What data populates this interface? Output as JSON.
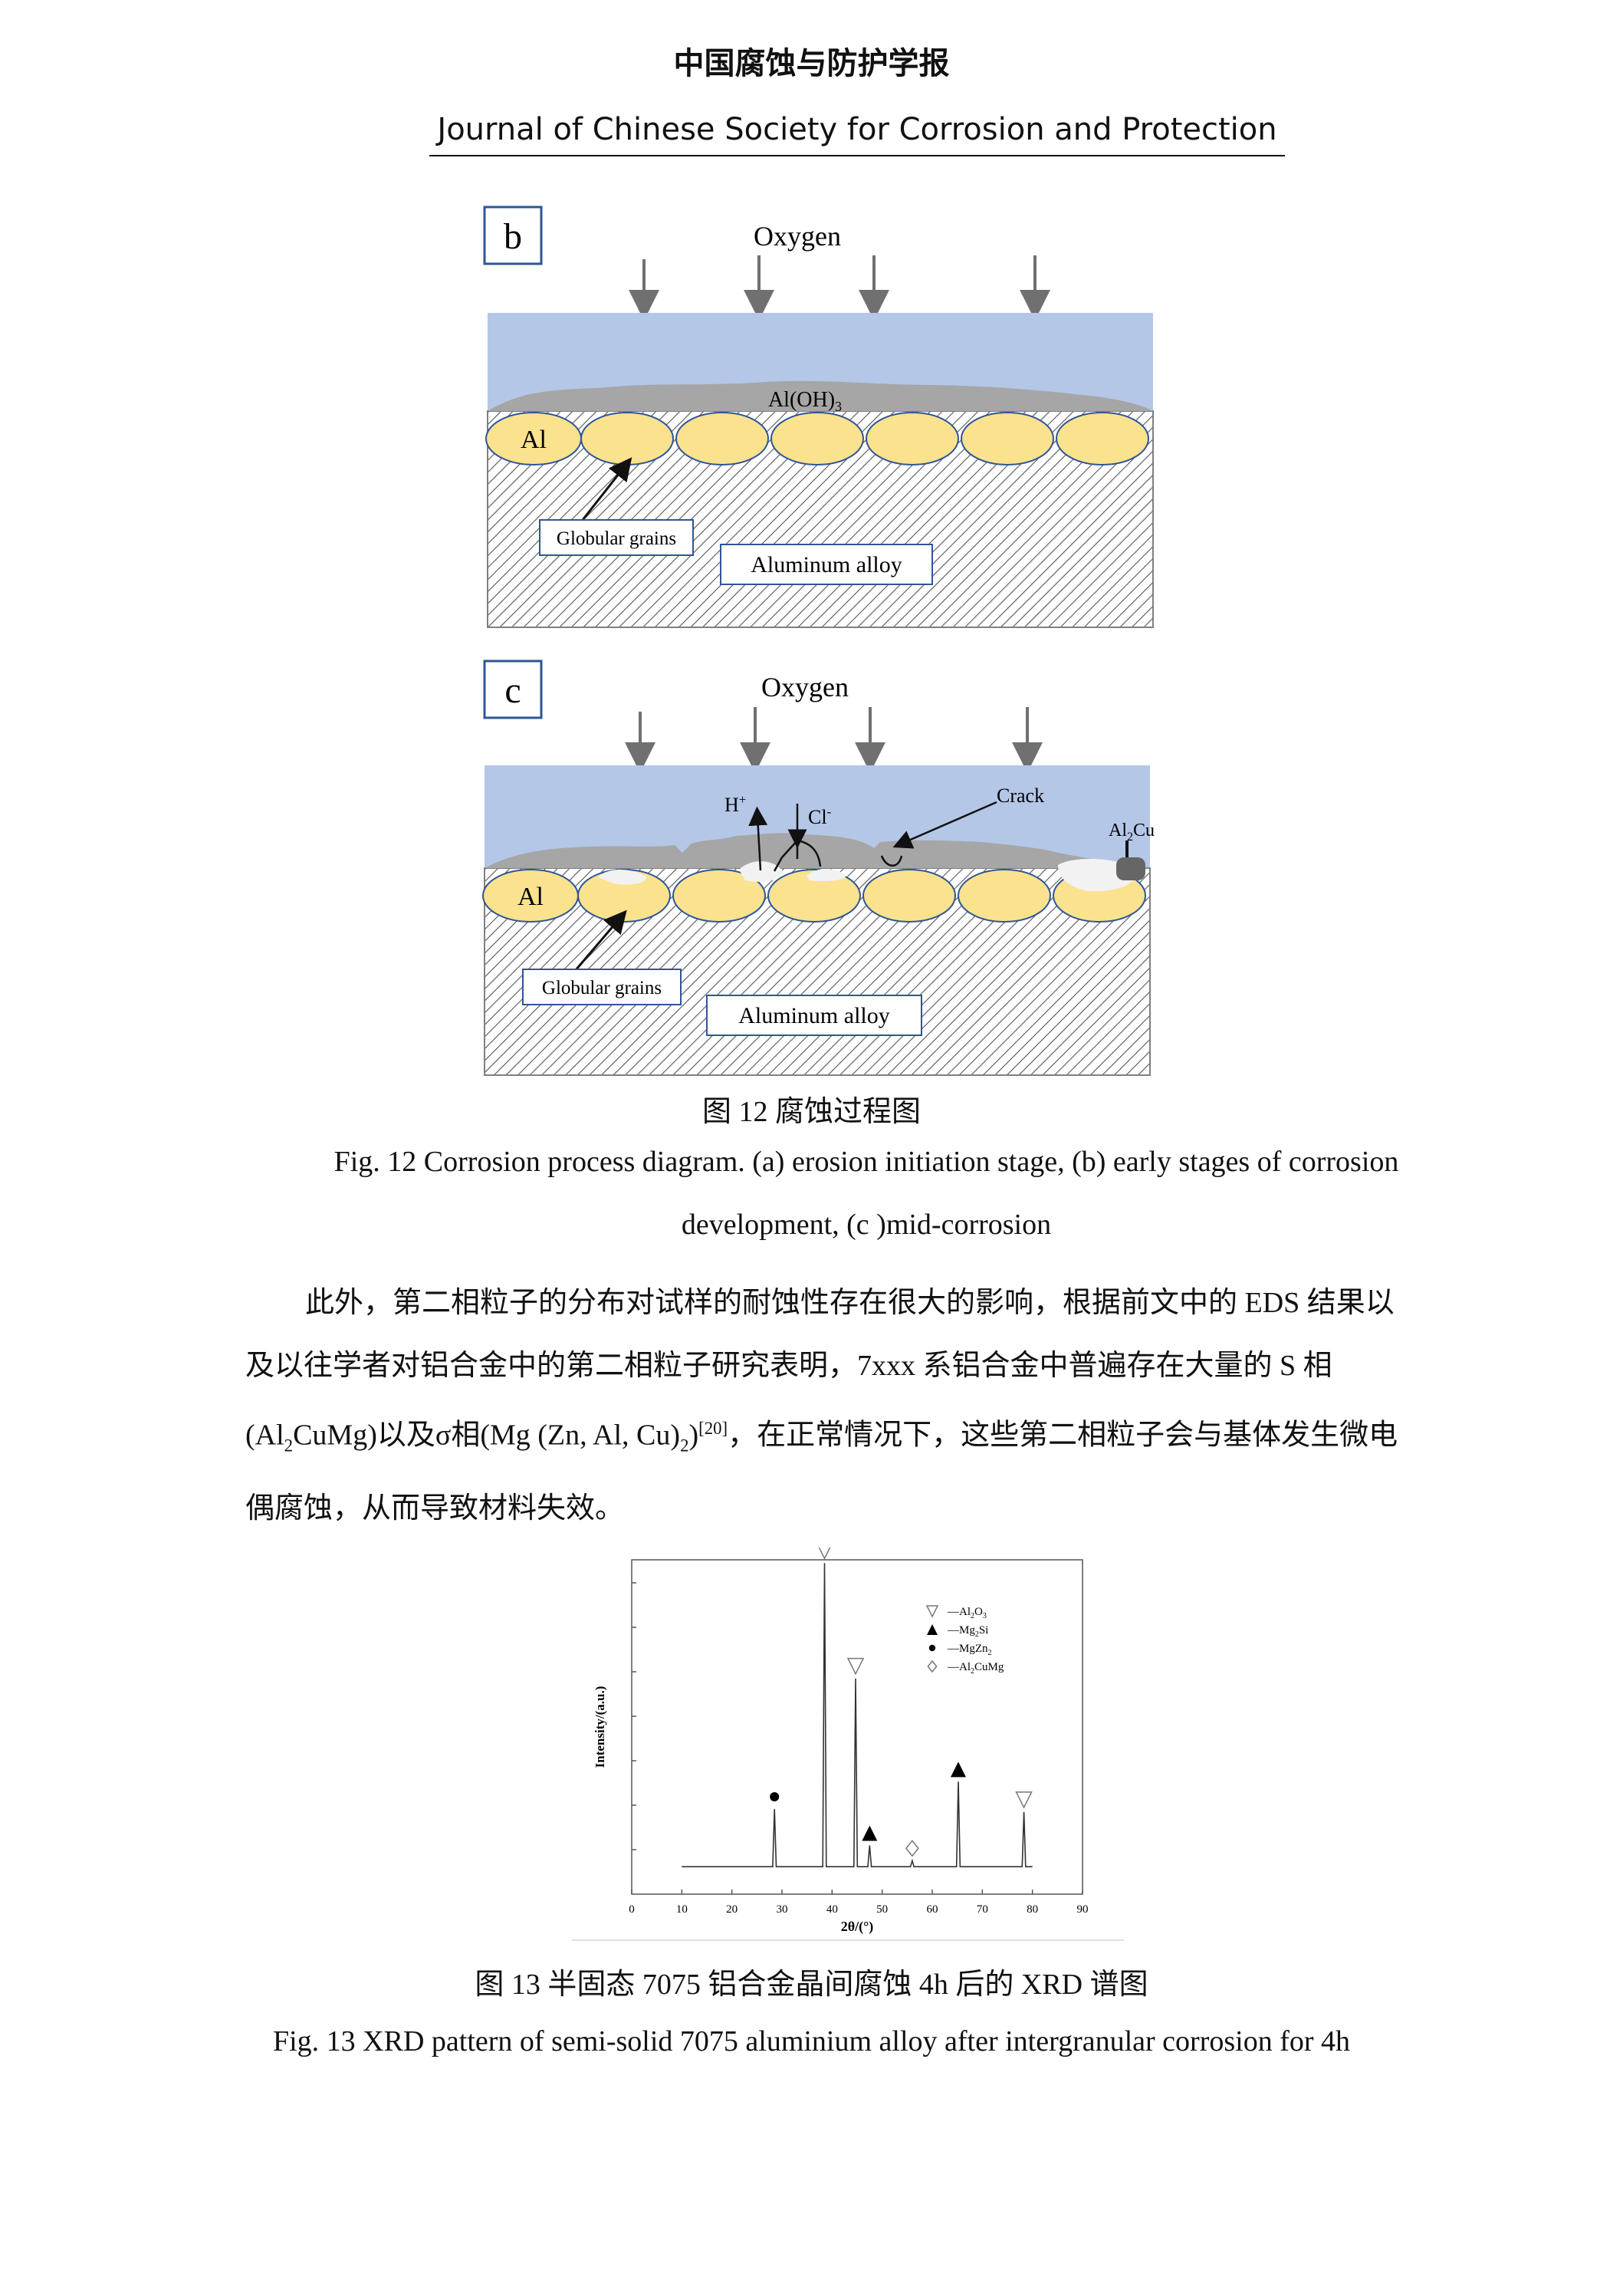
{
  "header": {
    "journal_cn": "中国腐蚀与防护学报",
    "journal_en": "Journal of Chinese Society for Corrosion and Protection"
  },
  "figure12": {
    "panel_b": {
      "label": "b",
      "oxygen": "Oxygen",
      "film": "Al(OH)",
      "film_sub": "3",
      "al": "Al",
      "grains": "Globular grains",
      "alloy": "Aluminum alloy"
    },
    "panel_c": {
      "label": "c",
      "oxygen": "Oxygen",
      "h_ion": "H",
      "h_sup": "+",
      "cl_ion": "Cl",
      "cl_sup": "-",
      "crack": "Crack",
      "al2cu_a": "Al",
      "al2cu_sub": "2",
      "al2cu_b": "Cu",
      "al": "Al",
      "grains": "Globular grains",
      "alloy": "Aluminum alloy"
    },
    "caption_cn": "图 12  腐蚀过程图",
    "caption_en_1": "Fig. 12 Corrosion process diagram. (a) erosion initiation stage, (b) early stages of corrosion",
    "caption_en_2": "development, (c )mid-corrosion"
  },
  "paragraph": {
    "l1": "此外，第二相粒子的分布对试样的耐蚀性存在很大的影响，根据前文中的 EDS 结果以",
    "l2": "及以往学者对铝合金中的第二相粒子研究表明，7xxx  系铝合金中普遍存在大量的  S  相",
    "l3a": "(Al",
    "l3a_sub": "2",
    "l3b": "CuMg)以及σ相(Mg (Zn, Al, Cu)",
    "l3b_sub": "2",
    "l3c": ")",
    "l3_ref": "[20]",
    "l3d": "，在正常情况下，这些第二相粒子会与基体发生微电",
    "l4": "偶腐蚀，从而导致材料失效。"
  },
  "figure13": {
    "caption_cn": "图 13  半固态 7075 铝合金晶间腐蚀 4h 后的 XRD 谱图",
    "caption_en": "Fig. 13 XRD pattern of semi-solid 7075 aluminium alloy after intergranular corrosion for 4h"
  },
  "chart_data": {
    "type": "line",
    "xlabel": "2θ/(°)",
    "ylabel": "Intensity/(a.u.)",
    "xlim": [
      0,
      90
    ],
    "xticks": [
      "0",
      "10",
      "20",
      "30",
      "40",
      "50",
      "60",
      "70",
      "80",
      "90"
    ],
    "legend": [
      {
        "marker": "open-triangle-down",
        "label": "Al",
        "sub": "2",
        "label2": "O",
        "sub2": "3"
      },
      {
        "marker": "filled-triangle-up",
        "label": "Mg",
        "sub": "2",
        "label2": "Si",
        "sub2": ""
      },
      {
        "marker": "filled-circle",
        "label": "MgZn",
        "sub": "2",
        "label2": "",
        "sub2": ""
      },
      {
        "marker": "open-diamond",
        "label": "Al",
        "sub": "2",
        "label2": "CuMg",
        "sub2": ""
      }
    ],
    "legend_position": "top-right",
    "baseline": 0.05,
    "peaks": [
      {
        "x": 28.5,
        "y": 0.19,
        "phase": "MgZn2"
      },
      {
        "x": 38.5,
        "y": 1.0,
        "phase": "Al2O3"
      },
      {
        "x": 44.7,
        "y": 0.62,
        "phase": "Al2O3"
      },
      {
        "x": 47.5,
        "y": 0.07,
        "phase": "Mg2Si"
      },
      {
        "x": 56.0,
        "y": 0.02,
        "phase": "Al2CuMg"
      },
      {
        "x": 65.2,
        "y": 0.28,
        "phase": "Mg2Si"
      },
      {
        "x": 78.3,
        "y": 0.18,
        "phase": "Al2O3"
      }
    ]
  },
  "colors": {
    "water": "#b4c7e7",
    "grain": "#fbe28f",
    "film": "#a6a6a6",
    "arrow": "#707070",
    "al2cu": "#666666"
  }
}
